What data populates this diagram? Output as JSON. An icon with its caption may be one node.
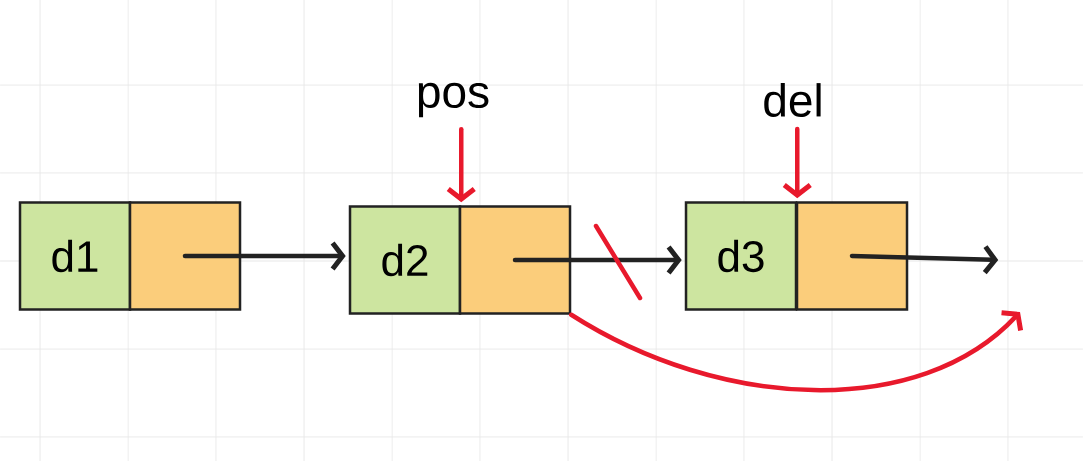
{
  "diagram": {
    "nodes": [
      {
        "text": [
          "pos"
        ]
      },
      {
        "text": [
          "del"
        ]
      },
      {
        "text": [
          "d1"
        ]
      },
      {
        "text": [],
        "shape": "box"
      },
      {
        "text": [
          "d2"
        ]
      },
      {
        "text": [],
        "shape": "box"
      },
      {
        "text": [
          "d3"
        ]
      },
      {
        "text": [],
        "shape": "box"
      }
    ],
    "edges": [
      {
        "from": 3,
        "to": 4,
        "arrow": "to"
      },
      {
        "from": 5,
        "to": 6,
        "arrow": "to"
      },
      {
        "from": 7,
        "to": null,
        "arrow": "to"
      },
      {
        "from": 0,
        "to": 4,
        "arrow": "to",
        "color": "#e8192c"
      },
      {
        "from": 1,
        "to": 6,
        "arrow": "to",
        "color": "#e8192c"
      },
      {
        "from": 5,
        "to": null,
        "arrow": "to",
        "color": "#e8192c"
      }
    ]
  }
}
